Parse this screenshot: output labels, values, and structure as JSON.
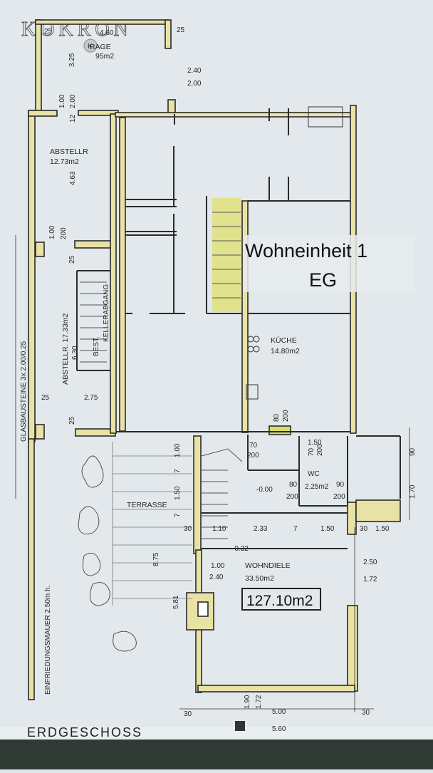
{
  "brand": {
    "logo": "KOKRON",
    "badge_icon": "camera-icon"
  },
  "overlay": {
    "unit": "Wohneinheit 1",
    "floor": "EG"
  },
  "rooms": {
    "garage": {
      "name": "RAGE",
      "area": "95m2"
    },
    "abstell1": {
      "name": "ABSTELLR",
      "area": "12.73m2"
    },
    "abstell2": {
      "name": "ABSTELLR. 17.33m2"
    },
    "kellerabgang": "KELLERABGANG",
    "best": "BEST.",
    "kueche": {
      "name": "KÜCHE",
      "area": "14.80m2"
    },
    "terrasse": "TERRASSE",
    "wc": {
      "name": "WC",
      "area": "2.25m2"
    },
    "wohndiele": {
      "name": "WOHNDIELE",
      "area": "33.50m2"
    }
  },
  "total_area": "127.10m2",
  "side_labels": {
    "glass": "GLASBAUSTEINE 3x 2.00/0.25",
    "fence": "EINFRIEDUNGSMAUER 2.50m h."
  },
  "levels": {
    "a": "-0.00",
    "b": "-0.32"
  },
  "dims": {
    "d25a": "25",
    "d460": "4.60",
    "d25b": "25",
    "d325": "3.25",
    "d240": "2.40",
    "d200a": "2.00",
    "d100a": "1.00",
    "d200b": "2.00",
    "d12": "12",
    "d463": "4.63",
    "d100b": "1.00",
    "d200c": "200",
    "d25c": "25",
    "d630": "6.30",
    "d25d": "25",
    "d275": "2.75",
    "d25e": "25",
    "d100c": "1.00",
    "d7a": "7",
    "d150a": "1.50",
    "d7b": "7",
    "d70a": "70",
    "d200d": "200",
    "d80a": "80",
    "d200e": "200",
    "d150b": "1.50",
    "d70b": "70",
    "d200f": "200",
    "d90a": "90",
    "d170": "1.70",
    "d80b": "80",
    "d200g": "200",
    "d90b": "90",
    "d200h": "200",
    "d30a": "30",
    "d110": "1.10",
    "d233": "2.33",
    "d7c": "7",
    "d150c": "1.50",
    "d30b": "30",
    "d150d": "1.50",
    "d875": "8.75",
    "d581": "5.81",
    "d100d": "1.00",
    "d240b": "2.40",
    "d250": "2.50",
    "d172a": "1.72",
    "d30c": "30",
    "d190": "1.90",
    "d172b": "1.72",
    "d500": "5.00",
    "d30d": "30",
    "d560": "5.60"
  },
  "footer": {
    "title": "ERDGESCHOSS"
  },
  "colors": {
    "wall_fill": "#e8e3a5",
    "stair_highlight": "#dfe27a",
    "paper": "#e4eaed"
  }
}
